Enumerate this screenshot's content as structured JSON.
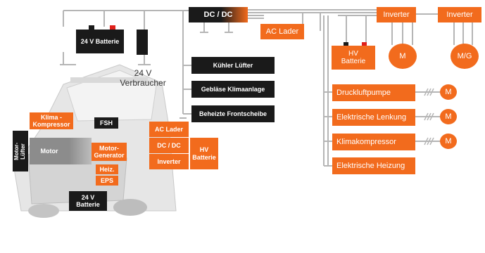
{
  "top": {
    "battery_24v": "24 V Batterie",
    "consumer_24v": "24 V\nVerbraucher",
    "dcdc": "DC / DC",
    "ac_charger": "AC Lader",
    "inverter_1": "Inverter",
    "inverter_2": "Inverter",
    "hv_battery": "HV\nBatterie",
    "motor_m": "M",
    "motor_mg": "M/G"
  },
  "loads_24v": [
    "Kühler Lüfter",
    "Gebläse Klimaanlage",
    "Beheizte Frontscheibe"
  ],
  "hv_loads": [
    {
      "label": "Druckluftpumpe",
      "motor": "M"
    },
    {
      "label": "Elektrische Lenkung",
      "motor": "M"
    },
    {
      "label": "Klimakompressor",
      "motor": "M"
    },
    {
      "label": "Elektrische Heizung"
    }
  ],
  "truck_labels": {
    "klima_kompressor": "Klima -\nKompressor",
    "fsh": "FSH",
    "motor_luefter": "Motor-\nLüfter",
    "motor": "Motor",
    "motor_generator": "Motor-\nGenerator",
    "heiz": "Heiz.",
    "eps": "EPS",
    "ac_lader": "AC Lader",
    "dc_dc": "DC / DC",
    "inverter": "Inverter",
    "hv_batterie": "HV\nBatterie",
    "batterie_24v": "24 V\nBatterie"
  },
  "colors": {
    "orange": "#f26b1d",
    "dark": "#1a1a1a",
    "gray": "#8c8c8c",
    "line": "#b5b5b5"
  }
}
